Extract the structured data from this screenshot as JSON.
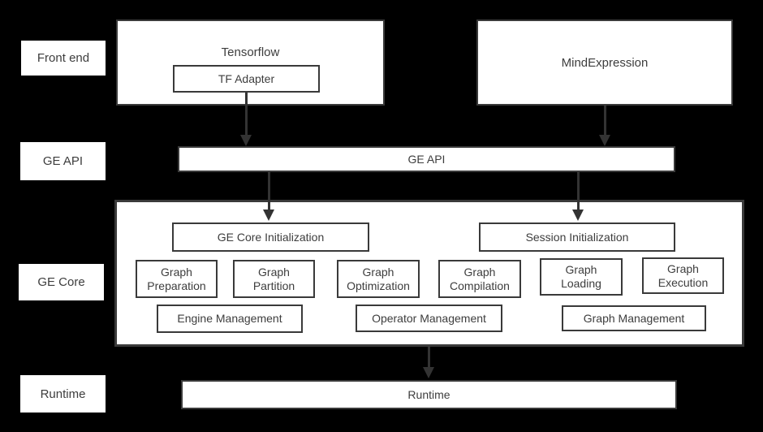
{
  "palette": {
    "bg": "#000000",
    "node_bg": "#ffffff",
    "border": "#3a3a3a",
    "text": "#3d3d3d",
    "arrow": "#333333"
  },
  "side_labels": {
    "front_end": "Front end",
    "ge_api": "GE API",
    "ge_core": "GE Core",
    "runtime": "Runtime"
  },
  "front_end": {
    "tensorflow": {
      "title": "Tensorflow",
      "child": "TF Adapter"
    },
    "mind_expression": "MindExpression"
  },
  "bars": {
    "ge_api": "GE API",
    "runtime": "Runtime"
  },
  "ge_core": {
    "init_boxes": [
      "GE Core Initialization",
      "Session Initialization"
    ],
    "function_boxes": [
      "Graph Preparation",
      "Graph Partition",
      "Graph Optimization",
      "Graph Compilation",
      "Graph Loading",
      "Graph Execution"
    ],
    "management_boxes": [
      "Engine Management",
      "Operator Management",
      "Graph Management"
    ]
  },
  "edges": [
    {
      "from": "TF Adapter",
      "to": "GE API"
    },
    {
      "from": "MindExpression",
      "to": "GE API"
    },
    {
      "from": "GE API",
      "to": "GE Core Initialization"
    },
    {
      "from": "GE API",
      "to": "Session Initialization"
    },
    {
      "from": "GE Core",
      "to": "Runtime"
    }
  ]
}
